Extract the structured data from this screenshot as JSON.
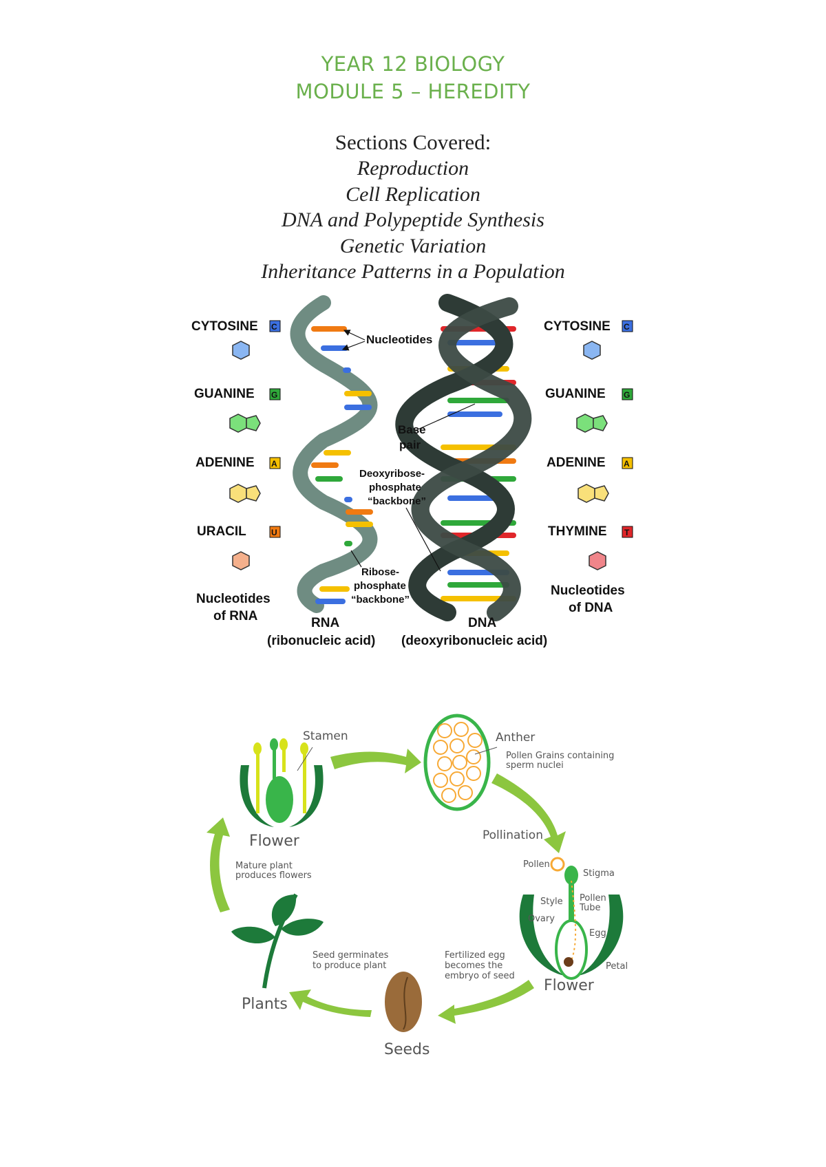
{
  "header": {
    "line1": "YEAR 12 BIOLOGY",
    "line2": "MODULE 5 – HEREDITY"
  },
  "sections": {
    "heading": "Sections Covered:",
    "items": [
      "Reproduction",
      "Cell Replication",
      "DNA and Polypeptide Synthesis",
      "Genetic Variation",
      "Inheritance Patterns in a Population"
    ]
  },
  "dna_figure": {
    "rna_bases": [
      {
        "name": "CYTOSINE",
        "letter": "C",
        "color": "#3b6fe0"
      },
      {
        "name": "GUANINE",
        "letter": "G",
        "color": "#2fa83a"
      },
      {
        "name": "ADENINE",
        "letter": "A",
        "color": "#f5c000"
      },
      {
        "name": "URACIL",
        "letter": "U",
        "color": "#f07a12"
      }
    ],
    "dna_bases": [
      {
        "name": "CYTOSINE",
        "letter": "C",
        "color": "#3b6fe0"
      },
      {
        "name": "GUANINE",
        "letter": "G",
        "color": "#2fa83a"
      },
      {
        "name": "ADENINE",
        "letter": "A",
        "color": "#f5c000"
      },
      {
        "name": "THYMINE",
        "letter": "T",
        "color": "#e0262a"
      }
    ],
    "callouts": {
      "nucleotides": "Nucleotides",
      "base_pair_1": "Base",
      "base_pair_2": "pair",
      "deoxy_1": "Deoxyribose-",
      "deoxy_2": "phosphate",
      "deoxy_3": "“backbone”",
      "ribose_1": "Ribose-",
      "ribose_2": "phosphate",
      "ribose_3": "“backbone”"
    },
    "nucleotides_rna_1": "Nucleotides",
    "nucleotides_rna_2": "of RNA",
    "nucleotides_dna_1": "Nucleotides",
    "nucleotides_dna_2": "of DNA",
    "rna_label": "RNA",
    "rna_full": "(ribonucleic acid)",
    "dna_label": "DNA",
    "dna_full": "(deoxyribonucleic acid)",
    "colors": {
      "rna_backbone": "#6f8c82",
      "dna_backbone": "#2e3b36"
    }
  },
  "lifecycle": {
    "flower_top": "Flower",
    "stamen": "Stamen",
    "anther": "Anther",
    "pollen_grains_1": "Pollen Grains containing",
    "pollen_grains_2": "sperm nuclei",
    "pollination": "Pollination",
    "pollen": "Pollen",
    "stigma": "Stigma",
    "style": "Style",
    "pollen_tube_1": "Pollen",
    "pollen_tube_2": "Tube",
    "ovary": "Ovary",
    "egg": "Egg",
    "petal": "Petal",
    "flower_right": "Flower",
    "fertilized_1": "Fertilized egg",
    "fertilized_2": "becomes the",
    "fertilized_3": "embryo of seed",
    "seeds": "Seeds",
    "germinates_1": "Seed germinates",
    "germinates_2": "to produce plant",
    "plants": "Plants",
    "mature_1": "Mature plant",
    "mature_2": "produces flowers",
    "colors": {
      "arrow": "#8cc63f",
      "dark_green": "#1d7a3a",
      "mid_green": "#39b54a",
      "yellow_green": "#d7e21b",
      "pollen": "#f7a935",
      "seed": "#9a6b3a"
    }
  }
}
